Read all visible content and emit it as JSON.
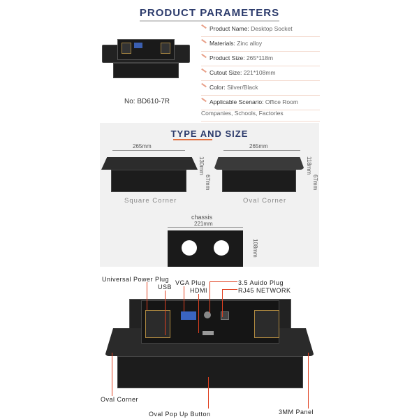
{
  "header": {
    "title": "PRODUCT PARAMETERS"
  },
  "model": {
    "label": "No:",
    "value": "BD610-7R"
  },
  "params": [
    {
      "k": "Product Name:",
      "v": "Desktop Socket"
    },
    {
      "k": "Materials:",
      "v": "Zinc alloy"
    },
    {
      "k": "Product Size:",
      "v": "265*118m"
    },
    {
      "k": "Cutout Size:",
      "v": "221*108mm"
    },
    {
      "k": "Color:",
      "v": "Silver/Black"
    },
    {
      "k": "Applicable Scenario:",
      "v": "Office Room"
    }
  ],
  "scenario_cont": "Companies, Schools, Factories",
  "type": {
    "title": "TYPE AND SIZE",
    "square": {
      "width": "265mm",
      "h1": "130mm",
      "h2": "67mm",
      "caption": "Square Corner"
    },
    "oval": {
      "width": "265mm",
      "h1": "118mm",
      "h2": "67mm",
      "caption": "Oval Corner"
    },
    "chassis": {
      "title": "chassis",
      "width": "221mm",
      "height": "108mm"
    }
  },
  "callouts": {
    "power": "Universal Power Plug",
    "usb": "USB",
    "vga": "VGA Plug",
    "hdmi": "HDMI",
    "audio": "3.5 Auido Plug",
    "rj45": "RJ45 NETWORK",
    "oval": "Oval Corner",
    "popup": "Oval Pop Up Button",
    "panel": "3MM Panel"
  }
}
